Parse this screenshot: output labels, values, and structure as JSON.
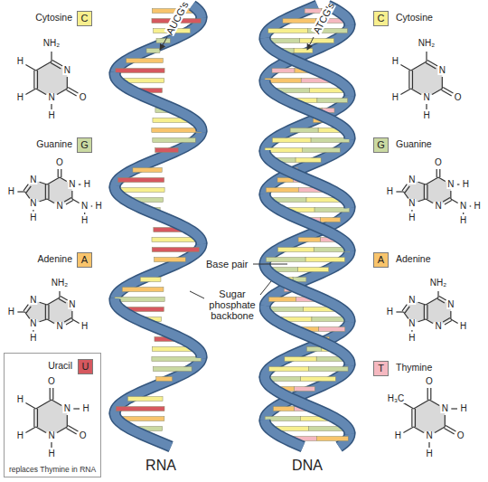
{
  "diagram": {
    "nodes": [
      {
        "text": [
          "C"
        ]
      },
      {
        "text": [
          "C"
        ]
      },
      {
        "text": [
          "G"
        ]
      },
      {
        "text": [
          "G"
        ]
      },
      {
        "text": [
          "A"
        ]
      },
      {
        "text": [
          "A"
        ]
      },
      {
        "text": [
          "Uracil",
          "replaces Thymine in RNA"
        ]
      },
      {
        "text": [
          "U"
        ],
        "in": 6
      },
      {
        "text": [
          "T"
        ]
      }
    ],
    "labels": [
      "AUCG's",
      "ATCG's",
      "Cytosine",
      "Cytosine",
      "Guanine",
      "Guanine",
      "Adenine",
      "Adenine",
      "Base pair",
      "Sugar phosphate backbone",
      "Thymine",
      "RNA",
      "DNA",
      "NH₂",
      "H",
      "N",
      "H",
      "N",
      "O",
      "H",
      "O",
      "N",
      "N",
      "H",
      "H",
      "N",
      "N",
      "H",
      "N",
      "H",
      "H",
      "NH₂",
      "N",
      "N",
      "H",
      "N",
      "N",
      "H",
      "H",
      "O",
      "H",
      "N",
      "H",
      "H",
      "O",
      "N",
      "H",
      "NH₂",
      "H",
      "N",
      "H",
      "N",
      "O",
      "H",
      "O",
      "N",
      "N",
      "H",
      "H",
      "N",
      "N",
      "H",
      "N",
      "H",
      "H",
      "NH₂",
      "N",
      "N",
      "H",
      "N",
      "N",
      "H",
      "H",
      "O",
      "H₃C",
      "N",
      "H",
      "H",
      "O",
      "N",
      "H"
    ]
  }
}
